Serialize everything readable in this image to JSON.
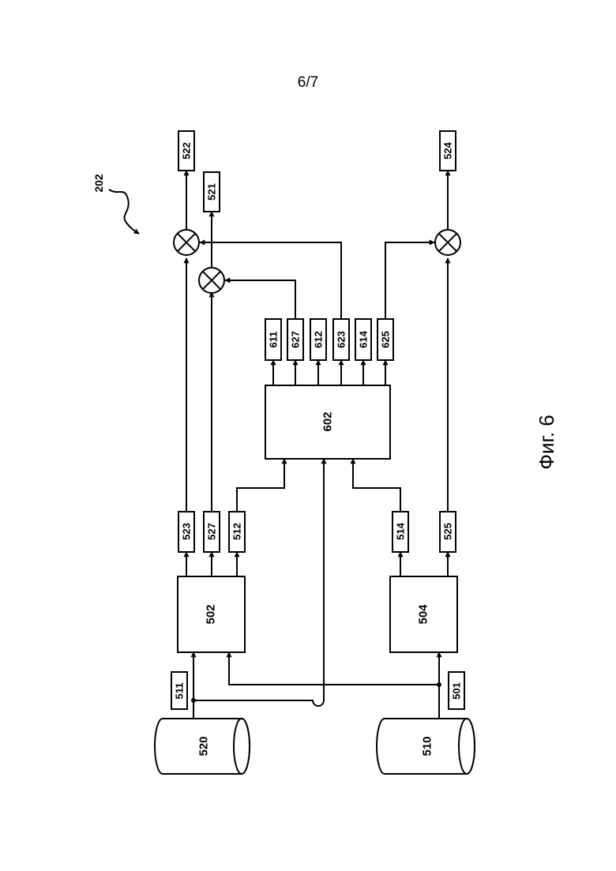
{
  "page_number": "6/7",
  "figure_caption": "Фиг. 6",
  "reference": "202",
  "databases": {
    "db_520": "520",
    "db_510": "510"
  },
  "blocks": {
    "block_502": "502",
    "block_504": "504",
    "block_602": "602"
  },
  "signals": {
    "s511": "511",
    "s501": "501",
    "s523": "523",
    "s527": "527",
    "s512": "512",
    "s514": "514",
    "s525": "525",
    "s611": "611",
    "s627": "627",
    "s612": "612",
    "s623": "623",
    "s614": "614",
    "s625": "625",
    "s521": "521",
    "s522": "522",
    "s524": "524"
  },
  "colors": {
    "ink": "#000000",
    "paper": "#ffffff"
  }
}
